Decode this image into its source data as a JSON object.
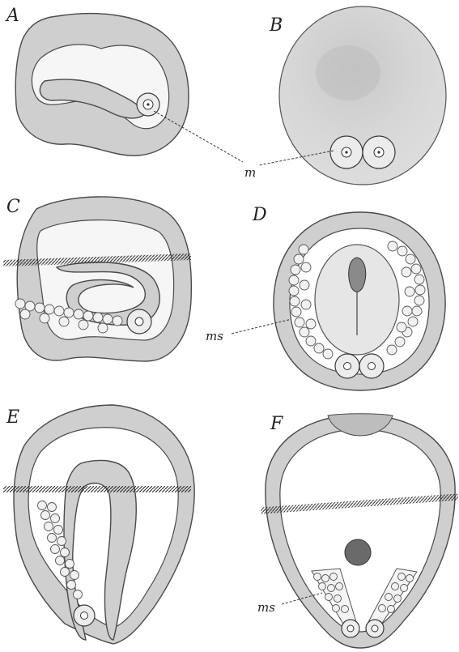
{
  "panels": {
    "a": {
      "letter": "A"
    },
    "b": {
      "letter": "B"
    },
    "c": {
      "letter": "C"
    },
    "d": {
      "letter": "D"
    },
    "e": {
      "letter": "E"
    },
    "f": {
      "letter": "F"
    }
  },
  "labels": {
    "m": "m",
    "ms_d": "ms",
    "ms_f": "ms"
  },
  "colors": {
    "wall": "#cfcfcf",
    "yolk": "#dcdcdc",
    "ink": "#333333"
  }
}
